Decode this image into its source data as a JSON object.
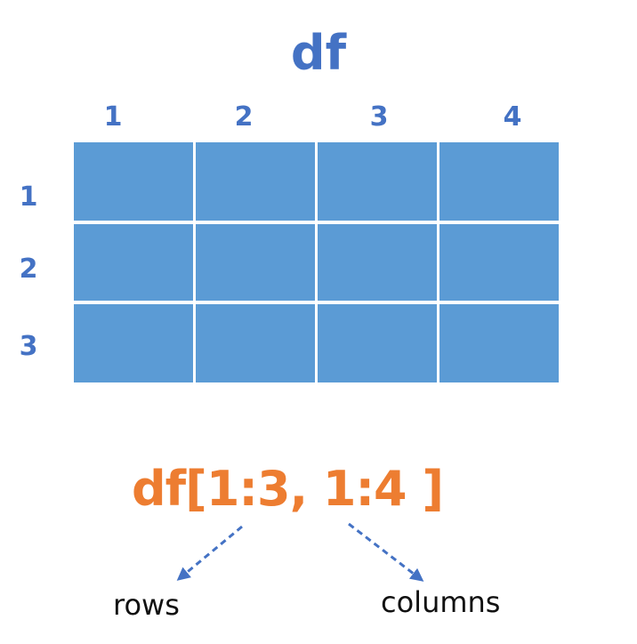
{
  "title": "df",
  "column_labels": [
    "1",
    "2",
    "3",
    "4"
  ],
  "row_labels": [
    "1",
    "2",
    "3"
  ],
  "expression": "df[1:3, 1:4 ]",
  "annotations": {
    "rows": "rows",
    "columns": "columns"
  },
  "colors": {
    "title": "#4472C4",
    "labels": "#4472C4",
    "cell_fill": "#5B9BD5",
    "expression": "#ED7D31",
    "arrow": "#4472C4"
  }
}
